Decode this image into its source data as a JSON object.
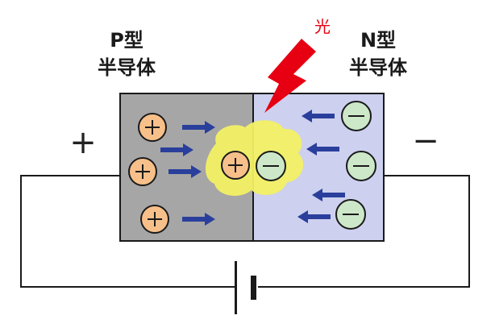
{
  "labels": {
    "p_type": [
      "P型",
      "半导体"
    ],
    "n_type": [
      "N型",
      "半导体"
    ],
    "light": "光",
    "plus_terminal": "+",
    "minus_terminal": "−"
  },
  "colors": {
    "p_region": "#a6a6a6",
    "n_region": "#cdd0ef",
    "hole_fill": "#f7c08a",
    "electron_fill": "#cde8c9",
    "arrow": "#2a3f9c",
    "lightning": "#e60012",
    "glow": "#f2f064"
  },
  "icons": {
    "hole": "plus-in-circle",
    "electron": "minus-in-circle",
    "light": "lightning-bolt",
    "battery": "battery-symbol"
  }
}
